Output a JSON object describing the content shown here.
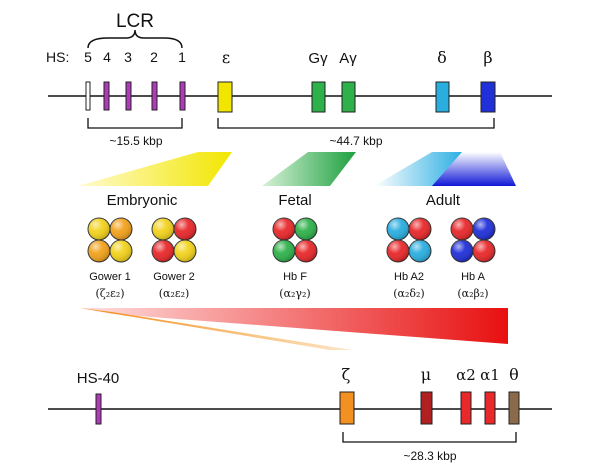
{
  "lcr": {
    "title": "LCR",
    "hs_prefix": "HS:",
    "hs_numbers": [
      "5",
      "4",
      "3",
      "2",
      "1"
    ]
  },
  "beta_locus": {
    "genes": [
      {
        "id": "epsilon",
        "label": "ε",
        "color": "#f2e600"
      },
      {
        "id": "g-gamma",
        "label": "Gγ",
        "color": "#2eb14a"
      },
      {
        "id": "a-gamma",
        "label": "Aγ",
        "color": "#2eb14a"
      },
      {
        "id": "delta",
        "label": "δ",
        "color": "#2aaee0"
      },
      {
        "id": "beta",
        "label": "β",
        "color": "#2030d8"
      }
    ],
    "lcr_span_label": "~15.5 kbp",
    "gene_span_label": "~44.7 kbp"
  },
  "stages": [
    {
      "id": "embryonic",
      "label": "Embryonic"
    },
    {
      "id": "fetal",
      "label": "Fetal"
    },
    {
      "id": "adult",
      "label": "Adult"
    }
  ],
  "hemoglobins": [
    {
      "id": "gower-1",
      "name": "Gower 1",
      "formula": "(ζ₂ε₂)",
      "colors": [
        "#f2d21c",
        "#f2a21c",
        "#f2a21c",
        "#f2d21c"
      ]
    },
    {
      "id": "gower-2",
      "name": "Gower 2",
      "formula": "(α₂ε₂)",
      "colors": [
        "#f2d21c",
        "#e8282a",
        "#e8282a",
        "#f2d21c"
      ]
    },
    {
      "id": "hb-f",
      "name": "Hb F",
      "formula": "(α₂γ₂)",
      "colors": [
        "#e8282a",
        "#2eb14a",
        "#2eb14a",
        "#e8282a"
      ]
    },
    {
      "id": "hb-a2",
      "name": "Hb A2",
      "formula": "(α₂δ₂)",
      "colors": [
        "#2aaee0",
        "#e8282a",
        "#e8282a",
        "#2aaee0"
      ]
    },
    {
      "id": "hb-a",
      "name": "Hb A",
      "formula": "(α₂β₂)",
      "colors": [
        "#e8282a",
        "#2030d8",
        "#2030d8",
        "#e8282a"
      ]
    }
  ],
  "alpha_locus": {
    "hs_label": "HS-40",
    "genes": [
      {
        "id": "zeta",
        "label": "ζ",
        "color": "#f39022"
      },
      {
        "id": "mu",
        "label": "μ",
        "color": "#b02020"
      },
      {
        "id": "alpha2",
        "label": "α2",
        "color": "#e8282a"
      },
      {
        "id": "alpha1",
        "label": "α1",
        "color": "#e8282a"
      },
      {
        "id": "theta",
        "label": "θ",
        "color": "#8a6a4a"
      }
    ],
    "span_label": "~28.3 kbp"
  }
}
